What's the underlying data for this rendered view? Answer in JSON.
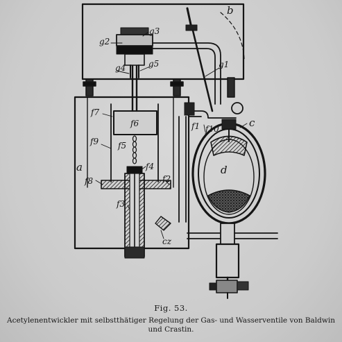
{
  "caption": {
    "figure_number": "Fig. 53.",
    "text": "Acetylenentwickler mit selbstthätiger Regelung der Gas- und Wasserventile von Baldwin und Crastin."
  },
  "labels": {
    "b": "b",
    "g2": "g2",
    "g3": "g3",
    "g1": "g1",
    "g4": "g4",
    "g5": "g5",
    "f7": "f7",
    "f6": "f6",
    "f9": "f9",
    "f5": "f5",
    "a": "a",
    "f4": "f4",
    "f8": "f8",
    "f2": "f2",
    "f3": "f3",
    "f1": "f1",
    "f10": "f10",
    "c": "c",
    "d": "d",
    "cz": "cz"
  }
}
